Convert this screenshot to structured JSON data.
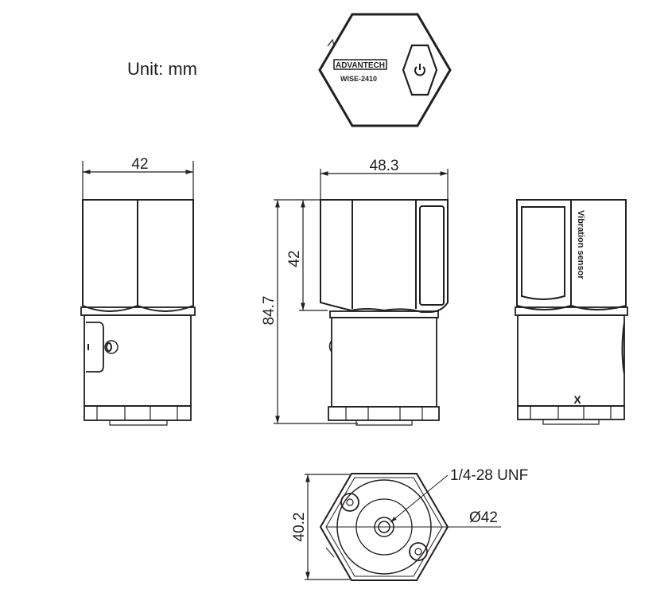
{
  "unit_label": "Unit: mm",
  "top_view": {
    "brand": "ADVANTECH",
    "model": "WISE-2410",
    "button_icon": "power-icon"
  },
  "dimensions": {
    "left_width": "42",
    "front_width": "48.3",
    "front_top_height": "42",
    "total_height": "84.7",
    "bottom_height": "40.2",
    "bottom_diameter": "Ø42",
    "thread": "1/4-28 UNF"
  },
  "side_view": {
    "label": "Vibration sensor",
    "axis_mark": "X"
  },
  "colors": {
    "line": "#231f20",
    "background": "#ffffff"
  }
}
